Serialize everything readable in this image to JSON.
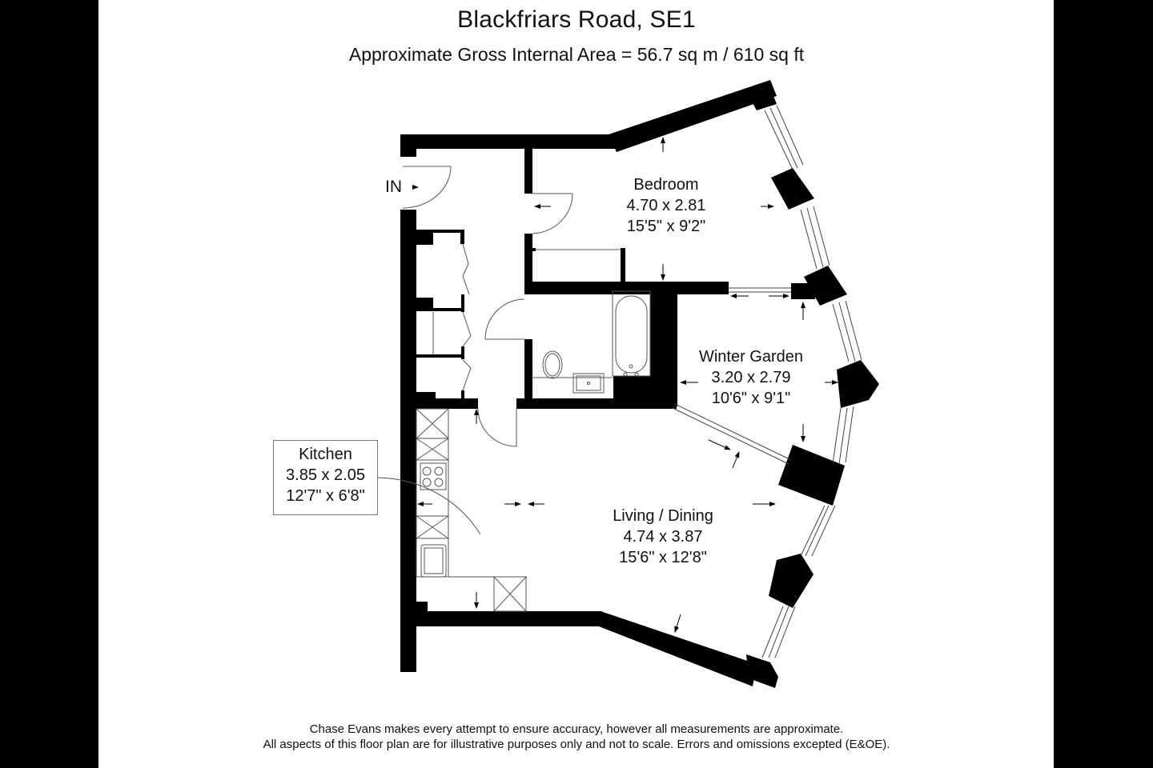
{
  "header": {
    "title": "Blackfriars Road, SE1",
    "subtitle": "Approximate Gross Internal Area = 56.7 sq m / 610 sq ft"
  },
  "entrance": {
    "label": "IN"
  },
  "rooms": {
    "bedroom": {
      "name": "Bedroom",
      "metric": "4.70 x 2.81",
      "imperial": "15'5\" x 9'2\""
    },
    "winter_garden": {
      "name": "Winter Garden",
      "metric": "3.20 x 2.79",
      "imperial": "10'6\" x 9'1\""
    },
    "kitchen": {
      "name": "Kitchen",
      "metric": "3.85 x 2.05",
      "imperial": "12'7\" x 6'8\""
    },
    "living_dining": {
      "name": "Living / Dining",
      "metric": "4.74 x 3.87",
      "imperial": "15'6\" x 12'8\""
    }
  },
  "footer": {
    "line1": "Chase Evans makes every attempt to ensure accuracy, however all measurements are approximate.",
    "line2": "All aspects of this floor plan are for illustrative purposes only and not to scale. Errors and omissions excepted (E&OE)."
  },
  "colors": {
    "wall": "#000000",
    "background": "#ffffff",
    "frame": "#000000",
    "line": "#555555"
  }
}
